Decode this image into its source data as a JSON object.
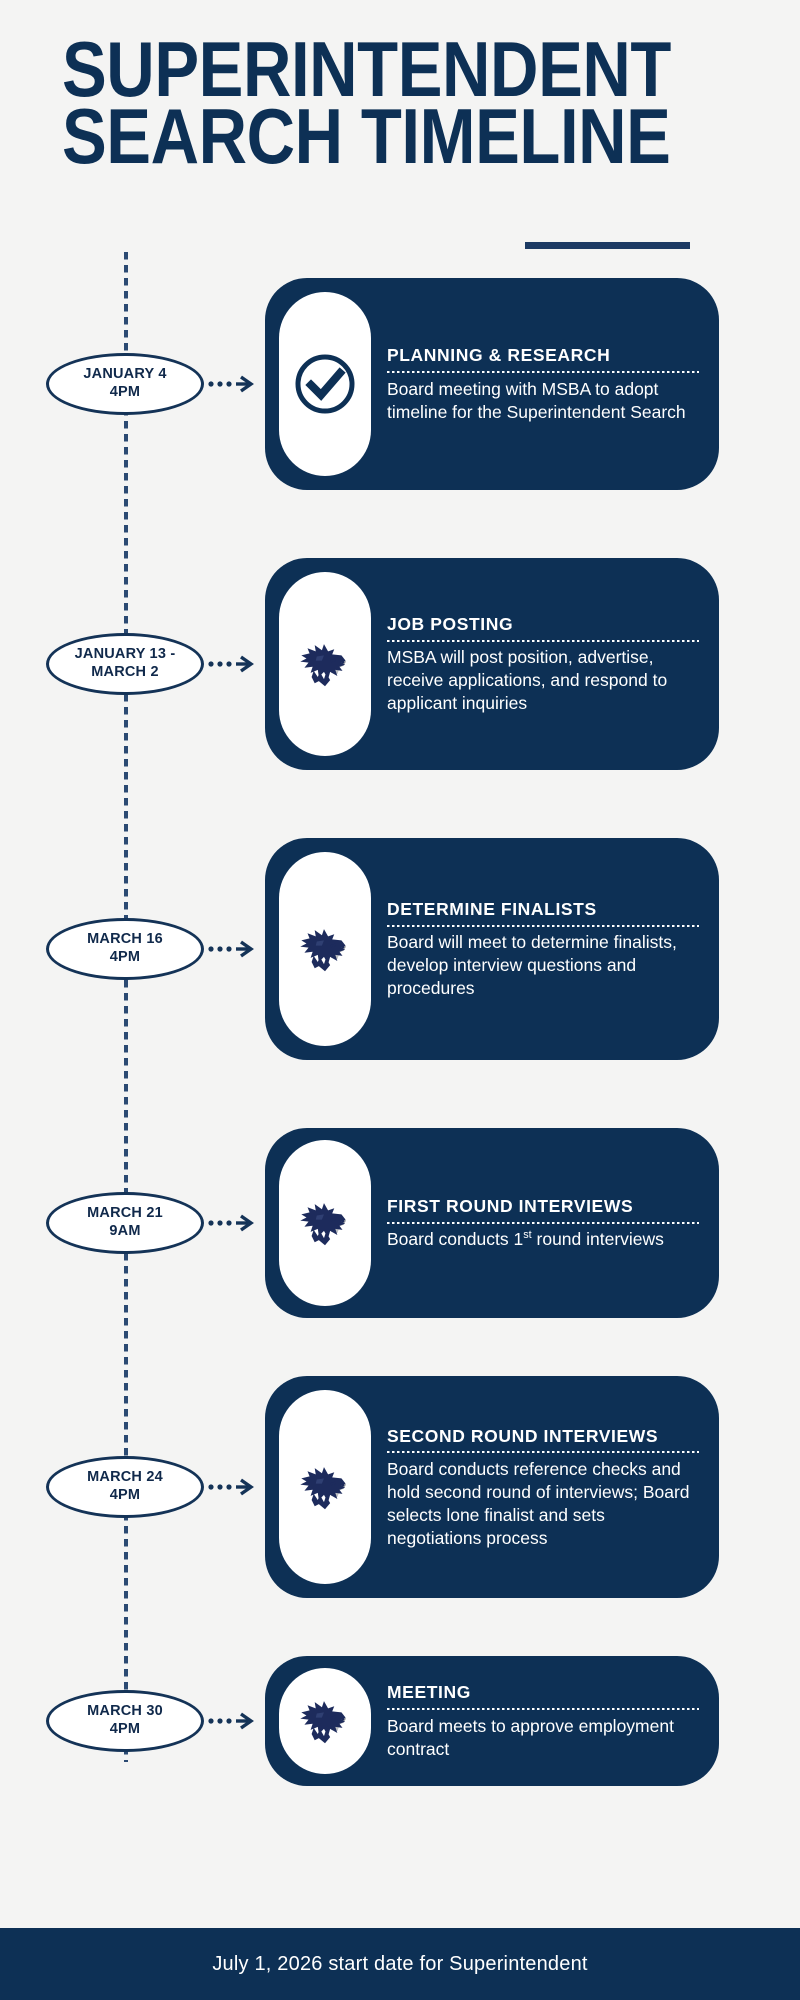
{
  "theme": {
    "navy": "#0d3055",
    "background": "#f4f4f3",
    "white": "#ffffff",
    "accent_gray": "#9a9a9a"
  },
  "header": {
    "title_line1": "SUPERINTENDENT",
    "title_line2": "SEARCH TIMELINE"
  },
  "timeline": {
    "items": [
      {
        "date_line1": "JANUARY 4",
        "date_line2": "4PM",
        "icon": "checkmark-circle-icon",
        "title": "PLANNING & RESEARCH",
        "body": "Board meeting with MSBA to adopt timeline for the Superintendent Search"
      },
      {
        "date_line1": "JANUARY 13 -",
        "date_line2": "MARCH 2",
        "icon": "wolf-mascot-icon",
        "title": "JOB POSTING",
        "body": "MSBA will post position, advertise, receive applications, and respond to applicant inquiries"
      },
      {
        "date_line1": "MARCH 16",
        "date_line2": "4PM",
        "icon": "wolf-mascot-icon",
        "title": "DETERMINE FINALISTS",
        "body": "Board will meet to determine finalists, develop interview questions and procedures"
      },
      {
        "date_line1": "MARCH 21",
        "date_line2": "9AM",
        "icon": "wolf-mascot-icon",
        "title": "FIRST ROUND INTERVIEWS",
        "body_html": "Board conducts 1<sup>st</sup> round interviews",
        "body": "Board conducts 1st round interviews"
      },
      {
        "date_line1": "MARCH 24",
        "date_line2": "4PM",
        "icon": "wolf-mascot-icon",
        "title": "SECOND ROUND INTERVIEWS",
        "body": "Board conducts reference checks and hold second round of interviews; Board selects lone finalist and sets negotiations process"
      },
      {
        "date_line1": "MARCH 30",
        "date_line2": "4PM",
        "icon": "wolf-mascot-icon",
        "title": "MEETING",
        "body": "Board meets to approve employment contract"
      }
    ]
  },
  "footer": {
    "text": "July 1, 2026 start date for Superintendent"
  }
}
